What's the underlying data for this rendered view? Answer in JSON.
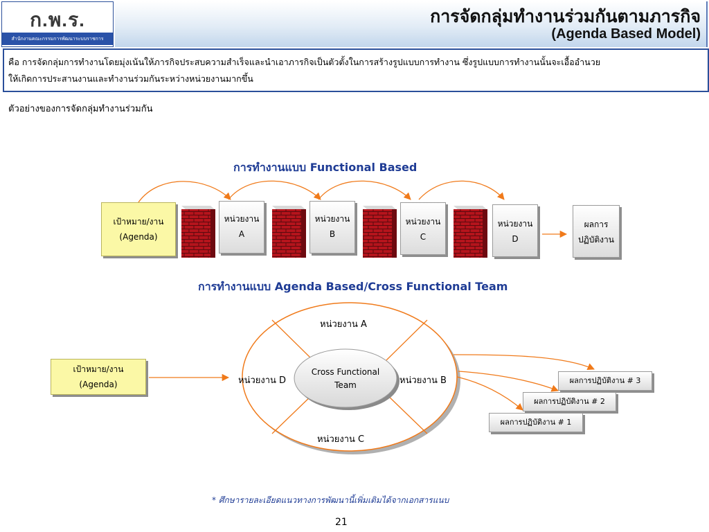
{
  "header": {
    "logo_text": "ก.พ.ร.",
    "logo_subtext": "สำนักงานคณะกรรมการพัฒนาระบบราชการ",
    "title": "การจัดกลุ่มทำงานร่วมกันตามภารกิจ",
    "subtitle": "(Agenda Based Model)"
  },
  "definition": {
    "line1": "คือ การจัดกลุ่มการทำงานโดยมุ่งเน้นให้ภารกิจประสบความสำเร็จและนำเอาภารกิจเป็นตัวตั้งในการสร้างรูปแบบการทำงาน ซึ่งรูปแบบการทำงานนั้นจะเอื้ออำนวย",
    "line2": "ให้เกิดการประสานงานและทำงานร่วมกันระหว่างหน่วยงานมากขึ้น"
  },
  "example_label": "ตัวอย่างของการจัดกลุ่มทำงานร่วมกัน",
  "functional": {
    "title": "การทำงานแบบ Functional Based",
    "agenda": [
      "เป้าหมาย/งาน",
      "(Agenda)"
    ],
    "units": [
      [
        "หน่วยงาน",
        "A"
      ],
      [
        "หน่วยงาน",
        "B"
      ],
      [
        "หน่วยงาน",
        "C"
      ],
      [
        "หน่วยงาน",
        "D"
      ]
    ],
    "result": [
      "ผลการ",
      "ปฏิบัติงาน"
    ]
  },
  "cross": {
    "title": "การทำงานแบบ Agenda Based/Cross Functional Team",
    "agenda": [
      "เป้าหมาย/งาน",
      "(Agenda)"
    ],
    "center": [
      "Cross Functional",
      "Team"
    ],
    "unit_a": "หน่วยงาน A",
    "unit_b": "หน่วยงาน B",
    "unit_c": "หน่วยงาน C",
    "unit_d": "หน่วยงาน D",
    "results": [
      "ผลการปฏิบัติงาน # 3",
      "ผลการปฏิบัติงาน # 2",
      "ผลการปฏิบัติงาน # 1"
    ]
  },
  "colors": {
    "arrow": "#f07a1a",
    "title_blue": "#1f3c95",
    "brick": "#b5141c"
  },
  "footnote": "* ศึกษารายละเอียดแนวทางการพัฒนานี้เพิ่มเติมได้จากเอกสารแนบ",
  "page_number": "21"
}
